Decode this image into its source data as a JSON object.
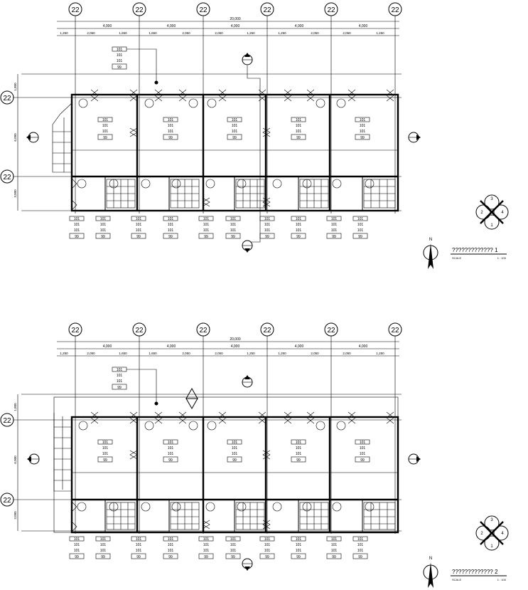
{
  "plans": [
    {
      "grid_labels": [
        "22",
        "22",
        "22",
        "22",
        "22",
        "22"
      ],
      "row_labels": [
        "22",
        "22"
      ],
      "overall_dim": "20,000",
      "bay_dims": [
        "4,000",
        "4,000",
        "4,000",
        "4,000",
        "4,000"
      ],
      "sub_dims": [
        "1,250",
        "2,050",
        "1,650",
        "1,650",
        "2,050",
        "2,050",
        "1,250",
        "1,250",
        "2,050",
        "2,050",
        "1,250"
      ],
      "left_dims": [
        "1,800",
        "6,000",
        "3,000"
      ],
      "room_tag": [
        "101",
        "101",
        "101"
      ],
      "room_tag_code": "99",
      "title": "????????????? 1",
      "scale_label": "SCALE",
      "scale_value": "1 : 100",
      "north": "N",
      "key_numbers": [
        "3",
        "2",
        "4",
        "1"
      ]
    },
    {
      "grid_labels": [
        "22",
        "22",
        "22",
        "22",
        "22",
        "22"
      ],
      "row_labels": [
        "22",
        "22"
      ],
      "overall_dim": "20,000",
      "bay_dims": [
        "4,000",
        "4,000",
        "4,000",
        "4,000",
        "4,000"
      ],
      "sub_dims": [
        "1,250",
        "2,050",
        "1,650",
        "1,650",
        "2,050",
        "2,050",
        "1,250",
        "1,250",
        "2,050",
        "2,050",
        "1,250"
      ],
      "left_dims": [
        "1,800",
        "6,000",
        "3,000"
      ],
      "room_tag": [
        "101",
        "101",
        "101"
      ],
      "room_tag_code": "99",
      "title": "????????????? 2",
      "scale_label": "SCALE",
      "scale_value": "1 : 100",
      "north": "N",
      "key_numbers": [
        "3",
        "2",
        "4",
        "1"
      ]
    }
  ]
}
